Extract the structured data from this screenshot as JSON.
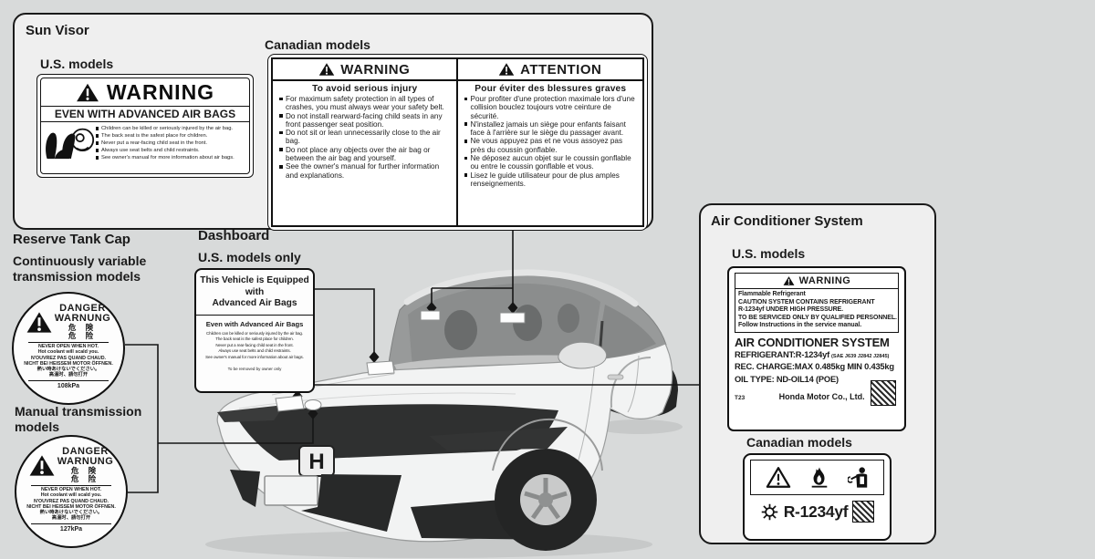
{
  "colors": {
    "page_bg": "#d8dada",
    "panel_bg": "#efefef",
    "panel_border": "#1a1a1a",
    "label_bg": "#ffffff",
    "label_border": "#111111",
    "text": "#1b1b1b"
  },
  "car": {
    "logo_letter": "H"
  },
  "sun_visor": {
    "title": "Sun Visor",
    "us": {
      "heading": "U.S. models",
      "label": {
        "warning": "WARNING",
        "subtitle": "EVEN WITH ADVANCED AIR BAGS",
        "bullets": [
          "Children can be killed or seriously injured by the air bag.",
          "The back seat is the safest place for children.",
          "Never put a rear-facing child seat in the front.",
          "Always use seat belts and child restraints.",
          "See owner's manual for more information about air bags."
        ]
      }
    },
    "canadian": {
      "heading": "Canadian models",
      "en": {
        "header": "WARNING",
        "lead": "To avoid serious injury",
        "bullets": [
          "For maximum safety protection in all types of crashes, you must always wear your safety belt.",
          "Do not install rearward-facing child seats in any front passenger seat position.",
          "Do not sit or lean unnecessarily close to the air bag.",
          "Do not place any objects over the air bag or between the air bag and yourself.",
          "See the owner's manual for further information and explanations."
        ]
      },
      "fr": {
        "header": "ATTENTION",
        "lead": "Pour éviter des blessures graves",
        "bullets": [
          "Pour profiter d'une protection maximale lors d'une collision bouclez toujours votre ceinture de sécurité.",
          "N'installez jamais un siège pour enfants faisant face à l'arrière sur le siège du passager avant.",
          "Ne vous appuyez pas et ne vous assoyez pas près du coussin gonflable.",
          "Ne déposez aucun objet sur le coussin gonflable ou entre le coussin gonflable et vous.",
          "Lisez le guide utilisateur pour de plus amples renseignements."
        ]
      }
    }
  },
  "dashboard": {
    "title": "Dashboard",
    "subtitle": "U.S. models only",
    "label": {
      "title_line1": "This Vehicle is Equipped with",
      "title_line2": "Advanced Air Bags",
      "heading": "Even with Advanced Air Bags",
      "lines": [
        "Children can be killed or seriously injured by the air bag.",
        "The back seat is the safest place for children.",
        "Never put a rear-facing child seat in the front.",
        "Always use seat belts and child restraints.",
        "See owner's manual for more information about air bags."
      ],
      "footer": "To be removed by owner only"
    }
  },
  "reserve_tank": {
    "title": "Reserve Tank Cap",
    "cvt_heading": "Continuously variable transmission models",
    "mt_heading": "Manual transmission models",
    "cap_label": {
      "danger": "DANGER",
      "warnung": "WARNUNG",
      "kanji": "危 険",
      "hanzi": "危 险",
      "lines": [
        "NEVER OPEN WHEN HOT.",
        "Hot coolant will scald you.",
        "N'OUVREZ PAS QUAND CHAUD.",
        "NICHT BEI HEISSEM MOTOR ÖFFNEN.",
        "熱い時あけないでください。",
        "高温时、請勿打开"
      ],
      "cvt_pressure": "108kPa",
      "mt_pressure": "127kPa"
    }
  },
  "ac_system": {
    "title": "Air Conditioner System",
    "us_heading": "U.S. models",
    "us_label": {
      "warning": "WARNING",
      "warning_lines": [
        "Flammable Refrigerant",
        "CAUTION SYSTEM CONTAINS REFRIGERANT",
        "R-1234yf UNDER HIGH PRESSURE.",
        "TO BE SERVICED ONLY BY QUALIFIED PERSONNEL.",
        "Follow Instructions in the service manual."
      ],
      "system_title": "AIR CONDITIONER SYSTEM",
      "refrigerant": "REFRIGERANT:R-1234yf",
      "sae": "(SAE J639 J2842 J2845)",
      "charge": "REC. CHARGE:MAX 0.485kg MIN 0.435kg",
      "oil": "OIL TYPE: ND-OIL14 (POE)",
      "code": "T23",
      "company": "Honda Motor Co., Ltd."
    },
    "ca_heading": "Canadian models",
    "ca_label": {
      "refrigerant": "R-1234yf"
    }
  }
}
